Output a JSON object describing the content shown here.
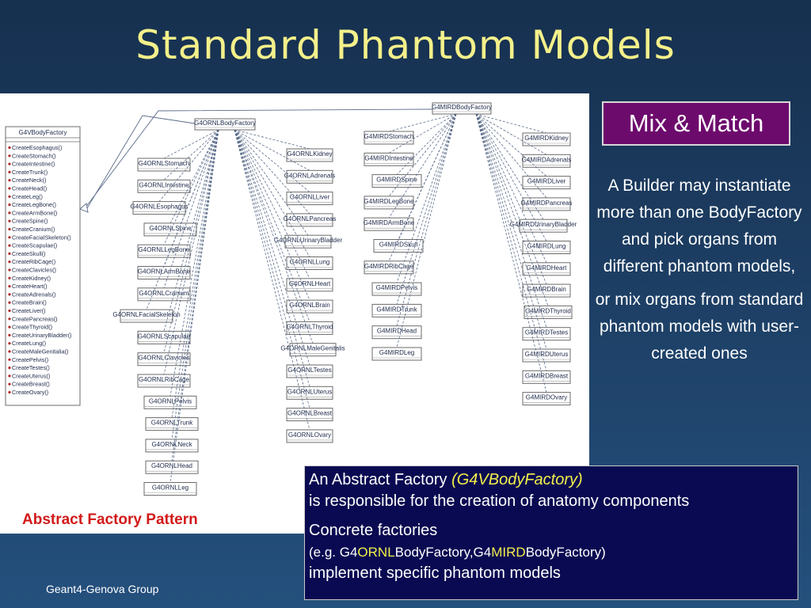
{
  "title": "Standard Phantom Models",
  "diagram": {
    "base_class": "G4VBodyFactory",
    "base_methods": [
      "CreateEsophagus()",
      "CreateStomach()",
      "CreateIntestine()",
      "CreateTrunk()",
      "CreateNeck()",
      "CreateHead()",
      "CreateLeg()",
      "CreateLegBone()",
      "CreateArmBone()",
      "CreateSpine()",
      "CreateCranium()",
      "CreateFacialSkeleton()",
      "CreateScapulae()",
      "CreateSkull()",
      "CreateRibCage()",
      "CreateClavicles()",
      "CreateKidney()",
      "CreateHeart()",
      "CreateAdrenals()",
      "CreateBrain()",
      "CreateLiver()",
      "CreatePancreas()",
      "CreateThyroid()",
      "CreateUrinaryBladder()",
      "CreateLung()",
      "CreateMaleGenitalia()",
      "CreatePelvis()",
      "CreateTestes()",
      "CreateUterus()",
      "CreateBreast()",
      "CreateOvary()"
    ],
    "ornl_factory": "G4ORNLBodyFactory",
    "ornl_left": [
      "G4ORNLStomach",
      "G4ORNLIntestine",
      "G4ORNLEsophagus",
      "G4ORNLSpine",
      "G4ORNLLegBone",
      "G4ORNLArmBone",
      "G4ORNLCranium",
      "G4ORNLFacialSkeleton",
      "G4ORNLScapulae",
      "G4ORNLClavicles",
      "G4ORNLRibCage",
      "G4ORNLPelvis",
      "G4ORNLTrunk",
      "G4ORNLNeck",
      "G4ORNLHead",
      "G4ORNLLeg"
    ],
    "ornl_right": [
      "G4ORNLKidney",
      "G4ORNLAdrenals",
      "G4ORNLLiver",
      "G4ORNLPancreas",
      "G4ORNLUrinaryBladder",
      "G4ORNLLung",
      "G4ORNLHeart",
      "G4ORNLBrain",
      "G4ORNLThyroid",
      "G4ORNLMaleGenitalis",
      "G4ORNLTestes",
      "G4ORNLUterus",
      "G4ORNLBreast",
      "G4ORNLOvary"
    ],
    "mird_factory": "G4MIRDBodyFactory",
    "mird_left": [
      "G4MIRDStomach",
      "G4MIRDIntestine",
      "G4MIRDSpine",
      "G4MIRDLegBone",
      "G4MIRDArmBone",
      "G4MIRDSkull",
      "G4MIRDRibCage",
      "G4MIRDPelvis",
      "G4MIRDTrunk",
      "G4MIRDHead",
      "G4MIRDLeg"
    ],
    "mird_right": [
      "G4MIRDKidney",
      "G4MIRDAdrenals",
      "G4MIRDLiver",
      "G4MIRDPancreas",
      "G4MIRDUrinaryBladder",
      "G4MIRDLung",
      "G4MIRDHeart",
      "G4MIRDBrain",
      "G4MIRDThyroid",
      "G4MIRDTestes",
      "G4MIRDUterus",
      "G4MIRDBreast",
      "G4MIRDOvary"
    ]
  },
  "pattern_label": "Abstract Factory Pattern",
  "mix_badge": "Mix & Match",
  "side_paragraphs": [
    "A Builder may instantiate more than one BodyFactory and pick organs from different phantom models,",
    "or mix organs from standard phantom models with user-created ones"
  ],
  "info_box": {
    "line1_prefix": "An Abstract Factory ",
    "line1_highlight": "(G4VBodyFactory)",
    "line2": "is responsible for the creation of anatomy components",
    "line3": "Concrete factories",
    "line4_a": "(e.g. G4",
    "line4_b": "ORNL",
    "line4_c": "BodyFactory,G4",
    "line4_d": "MIRD",
    "line4_e": "BodyFactory)",
    "line5": "implement specific phantom models"
  },
  "footer": "Geant4-Genova Group",
  "colors": {
    "title": "#f4f08a",
    "badge_bg": "#6d0b6d",
    "info_bg": "#0a0a52",
    "pattern_label": "#d21a1a",
    "highlight": "#f4f04a"
  }
}
